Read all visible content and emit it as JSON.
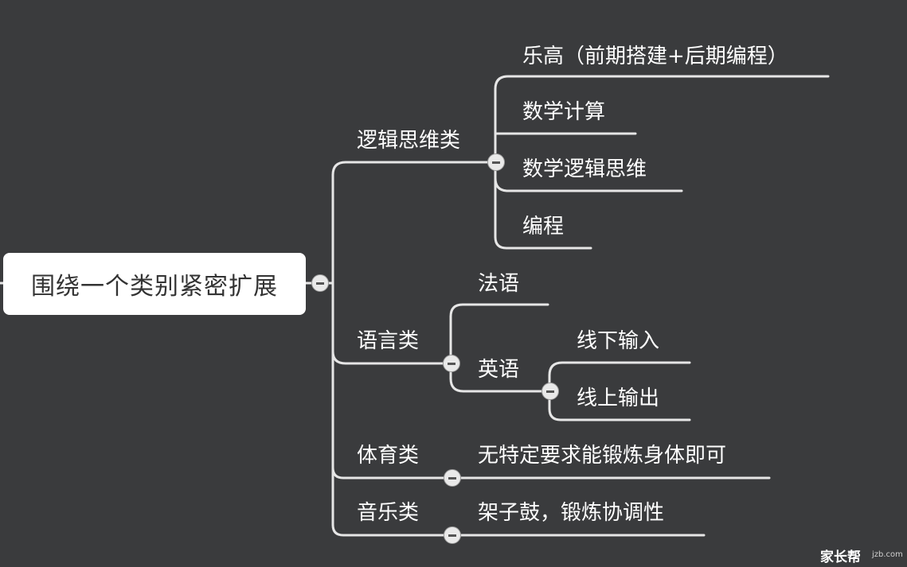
{
  "root": {
    "label": "围绕一个类别紧密扩展"
  },
  "branches": {
    "logic": {
      "label": "逻辑思维类",
      "items": [
        "乐高（前期搭建+后期编程）",
        "数学计算",
        "数学逻辑思维",
        "编程"
      ]
    },
    "language": {
      "label": "语言类",
      "french": "法语",
      "english": {
        "label": "英语",
        "items": [
          "线下输入",
          "线上输出"
        ]
      }
    },
    "sports": {
      "label": "体育类",
      "item": "无特定要求能锻炼身体即可"
    },
    "music": {
      "label": "音乐类",
      "item": "架子鼓，锻炼协调性"
    }
  },
  "watermark": {
    "brand": "家长帮",
    "domain": "jzb.com"
  },
  "colors": {
    "background": "#3a3b3d",
    "line": "#e6e6e6",
    "text": "#ffffff",
    "root_box": "#ffffff",
    "root_text": "#333333"
  }
}
